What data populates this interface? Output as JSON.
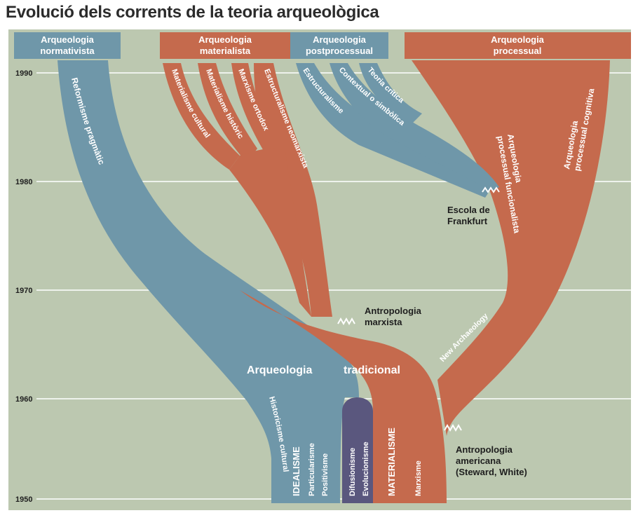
{
  "title": "Evolució dels corrents de la teoria arqueològica",
  "colors": {
    "background": "#bcc8b0",
    "blue": "#6f97a9",
    "orange": "#c56a4d",
    "purple": "#5a577e",
    "gridline": "#ffffff",
    "text_dark": "#1e1e1e",
    "text_light": "#ffffff"
  },
  "years": [
    "1990",
    "1980",
    "1970",
    "1960",
    "1950"
  ],
  "headers": {
    "normativista": "Arqueologia\nnormativista",
    "materialista": "Arqueologia\nmaterialista",
    "postprocessual": "Arqueologia\npostprocessual",
    "processual": "Arqueologia\nprocessual"
  },
  "streams": {
    "reformisme": "Reformisme pragmàtic",
    "materialisme_cultural": "Materialisme cultural",
    "materialisme_historic": "Materialisme històric",
    "marxisme_ortodox": "Marxisme ortodox",
    "estructuralisme_neomarxista": "Estructuralisme neomarxista",
    "estructuralisme": "Estructuralisme",
    "contextual": "Contextual o simbòlica",
    "teoria_critica": "Teoria crítica",
    "processual_funcionalista": "Arqueologia\nprocessual funcionalista",
    "processual_cognitiva": "Arqueologia\nprocessual cognitiva",
    "new_archaeology": "New Archaeology",
    "tradicional_left": "Arqueologia",
    "tradicional_right": "tradicional",
    "historicisme": "Historicisme cultural",
    "idealisme": "IDEALISME",
    "particularisme": "Particularisme",
    "positivisme": "Positivisme",
    "difusionisme": "Difusionisme",
    "evolucionisme": "Evolucionisme",
    "materialisme": "MATERIALISME",
    "marxisme": "Marxisme"
  },
  "annotations": {
    "escola_frankfurt": "Escola de\nFrankfurt",
    "antropologia_marxista": "Antropologia\nmarxista",
    "antropologia_americana": "Antropologia\namericana\n(Steward, White)"
  }
}
